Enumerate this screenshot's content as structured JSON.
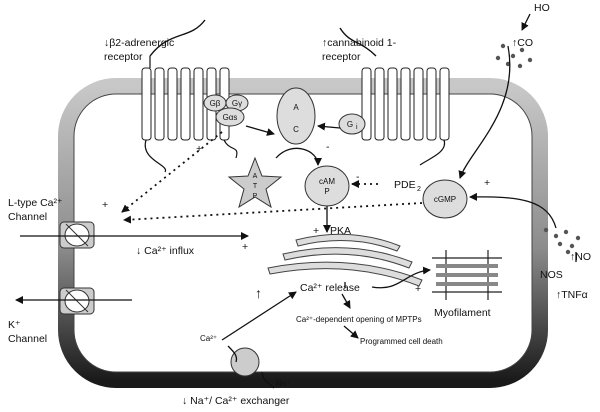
{
  "receptors": {
    "beta2": "↓β2-adrenergic",
    "beta2_line2": "receptor",
    "cb1": "↑cannabinoid 1-",
    "cb1_line2": "receptor"
  },
  "g_protein": {
    "g_beta": "Gβ",
    "g_gamma": "Gγ",
    "g_alpha_s": "Gαs",
    "gi": "G",
    "gi_sub": "i"
  },
  "enzymes": {
    "ac_line1": "A",
    "ac_line2": "C",
    "atp_a": "A",
    "atp_t": "T",
    "atp_p": "P",
    "camp_line1": "cAM",
    "camp_line2": "P",
    "pde": "PDE",
    "pde_sub": "2",
    "cgmp": "cGMP",
    "pka": "PKA"
  },
  "external": {
    "ho": "HO",
    "co": "↑CO",
    "no": "↑NO",
    "nos": "NOS",
    "tnf": "↑TNFα"
  },
  "channels": {
    "l_type_line1": "L-type Ca²⁺",
    "l_type_line2": "Channel",
    "k_line1": "K⁺",
    "k_line2": "Channel",
    "ca_influx": "↓ Ca²⁺ influx",
    "exchanger": "↓ Na⁺/ Ca²⁺ exchanger",
    "ca_ion": "Ca²⁺",
    "na_ion": "Na⁺"
  },
  "events": {
    "ca_release": "Ca²⁺ release",
    "myofilament": "Myofilament",
    "mptp": "Ca²⁺-dependent opening of MPTPs",
    "cell_death": "Programmed cell death"
  },
  "signs": {
    "plus": "+",
    "minus": "-",
    "up_arrow": "↑"
  }
}
